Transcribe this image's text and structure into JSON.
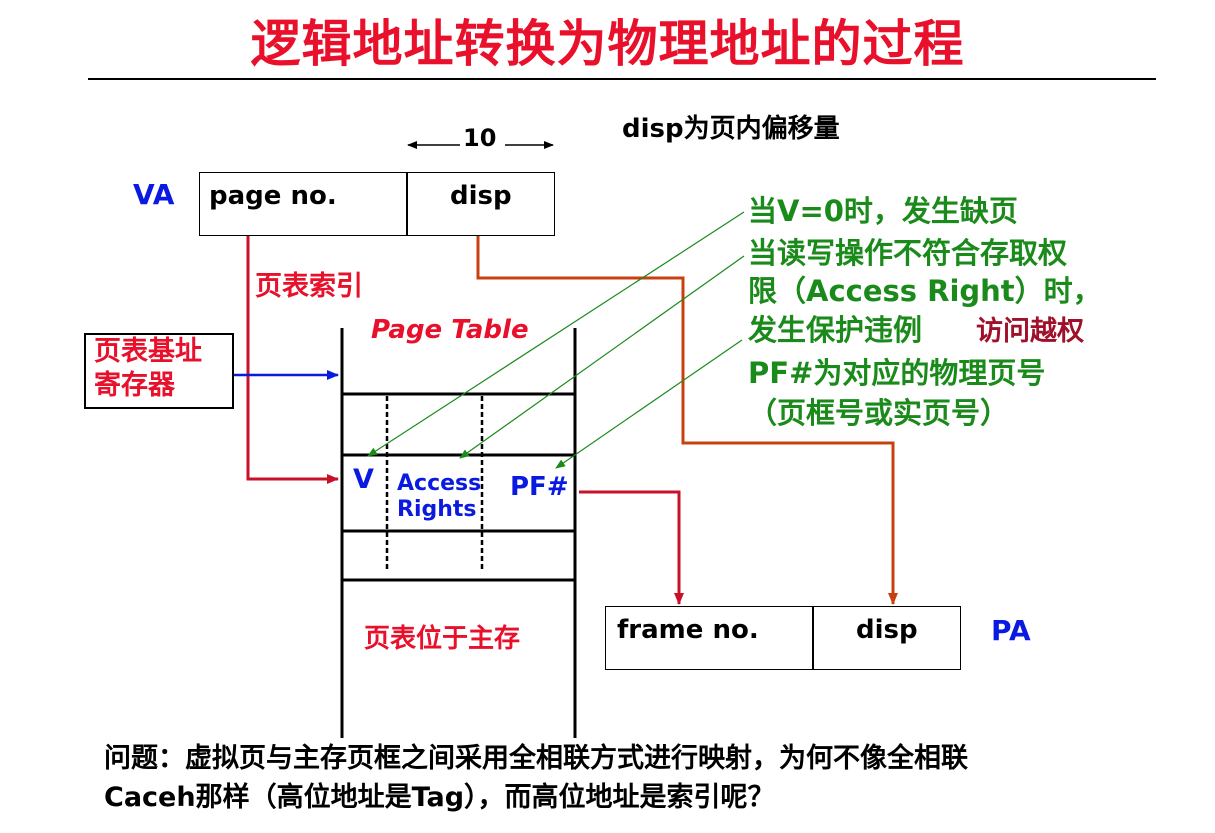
{
  "title": "逻辑地址转换为物理地址的过程",
  "va": {
    "label": "VA",
    "field_page": "page no.",
    "field_disp": "disp",
    "width_label": "10"
  },
  "disp_note": "disp为页内偏移量",
  "page_index_label": "页表索引",
  "base_register_label": [
    "页表基址",
    "寄存器"
  ],
  "page_table": {
    "title": "Page Table",
    "col_v": "V",
    "col_access": [
      "Access",
      "Rights"
    ],
    "col_pf": "PF#",
    "location": "页表位于主存"
  },
  "notes": {
    "line1": "当V=0时，发生缺页",
    "line2": "当读写操作不符合存取权",
    "line3": "限（Access Right）时，",
    "line4": "发生保护违例",
    "line4_extra": "访问越权",
    "line5": "PF#为对应的物理页号",
    "line6": "（页框号或实页号）"
  },
  "pa": {
    "label": "PA",
    "field_frame": "frame no.",
    "field_disp": "disp"
  },
  "question": {
    "line1": "问题：虚拟页与主存页框之间采用全相联方式进行映射，为何不像全相联",
    "line2": "Caceh那样（高位地址是Tag），而高位地址是索引呢？"
  },
  "colors": {
    "title": "#e8102a",
    "blue": "#0a1ae0",
    "green": "#1a8a1a",
    "darkred": "#a0102a",
    "arrow_red": "#c8102a",
    "arrow_orange": "#c84010"
  }
}
